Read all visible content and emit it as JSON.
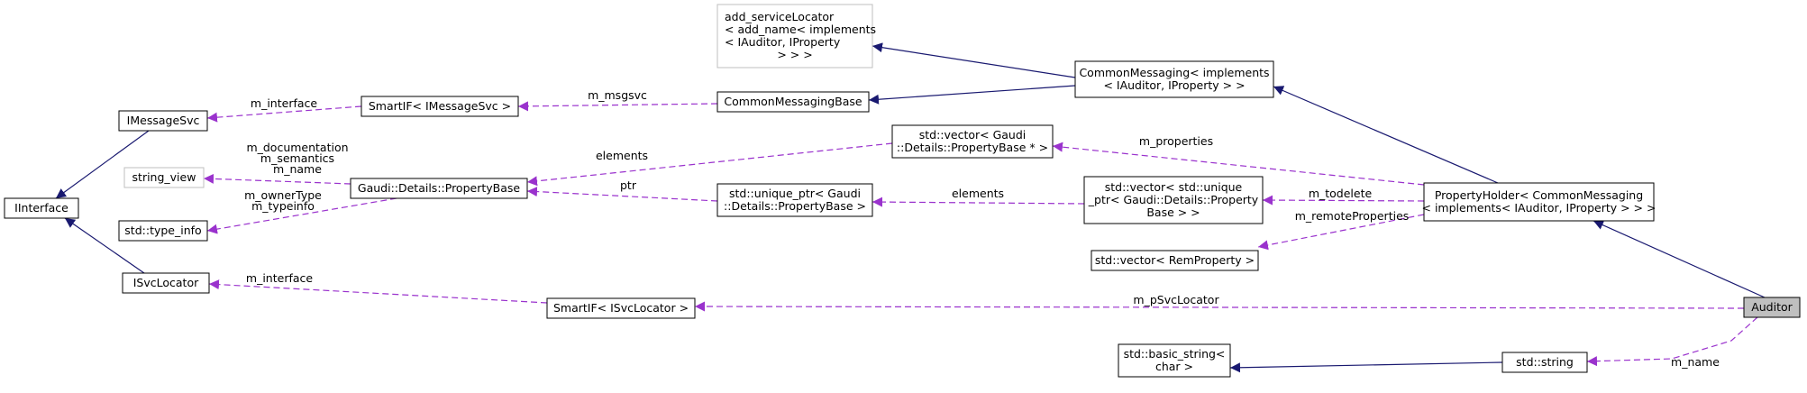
{
  "colors": {
    "inherit": "#191970",
    "usage": "#9a32cd",
    "highlight": "#bfbfbf"
  },
  "nodes": [
    {
      "id": "auditor",
      "lines": [
        "Auditor"
      ],
      "highlight": true
    },
    {
      "id": "propertyholder",
      "lines": [
        "PropertyHolder< CommonMessaging",
        "< implements< IAuditor, IProperty > > >"
      ]
    },
    {
      "id": "commonmessaging",
      "lines": [
        "CommonMessaging< implements",
        "< IAuditor, IProperty > >"
      ]
    },
    {
      "id": "add_servicelocator",
      "lines": [
        "add_serviceLocator",
        "< add_name< implements",
        "< IAuditor, IProperty",
        "> > >"
      ],
      "grey": true
    },
    {
      "id": "commonmessagingbase",
      "lines": [
        "CommonMessagingBase"
      ]
    },
    {
      "id": "smartif_imessagesvc",
      "lines": [
        "SmartIF< IMessageSvc >"
      ]
    },
    {
      "id": "imessagesvc",
      "lines": [
        "IMessageSvc"
      ]
    },
    {
      "id": "iinterface",
      "lines": [
        "IInterface"
      ]
    },
    {
      "id": "string_view",
      "lines": [
        "string_view"
      ],
      "grey": true
    },
    {
      "id": "propertybase",
      "lines": [
        "Gaudi::Details::PropertyBase"
      ]
    },
    {
      "id": "type_info",
      "lines": [
        "std::type_info"
      ]
    },
    {
      "id": "isvclocator",
      "lines": [
        "ISvcLocator"
      ]
    },
    {
      "id": "vector_propertybase",
      "lines": [
        "std::vector< Gaudi",
        "::Details::PropertyBase * >"
      ]
    },
    {
      "id": "unique_ptr_propertybase",
      "lines": [
        "std::unique_ptr< Gaudi",
        "::Details::PropertyBase >"
      ]
    },
    {
      "id": "vector_unique_ptr",
      "lines": [
        "std::vector< std::unique",
        "_ptr< Gaudi::Details::Property",
        "Base > >"
      ]
    },
    {
      "id": "vector_remproperty",
      "lines": [
        "std::vector< RemProperty >"
      ]
    },
    {
      "id": "smartif_isvclocator",
      "lines": [
        "SmartIF< ISvcLocator >"
      ]
    },
    {
      "id": "std_string",
      "lines": [
        "std::string"
      ]
    },
    {
      "id": "basic_string",
      "lines": [
        "std::basic_string<",
        "char >"
      ]
    }
  ],
  "edges": [
    {
      "from": "auditor",
      "to": "propertyholder",
      "kind": "inherit",
      "labels": []
    },
    {
      "from": "propertyholder",
      "to": "commonmessaging",
      "kind": "inherit",
      "labels": []
    },
    {
      "from": "commonmessaging",
      "to": "add_servicelocator",
      "kind": "inherit",
      "labels": []
    },
    {
      "from": "commonmessaging",
      "to": "commonmessagingbase",
      "kind": "inherit",
      "labels": []
    },
    {
      "from": "commonmessagingbase",
      "to": "smartif_imessagesvc",
      "kind": "usage",
      "labels": [
        "m_msgsvc"
      ]
    },
    {
      "from": "smartif_imessagesvc",
      "to": "imessagesvc",
      "kind": "usage",
      "labels": [
        "m_interface"
      ]
    },
    {
      "from": "imessagesvc",
      "to": "iinterface",
      "kind": "inherit",
      "labels": []
    },
    {
      "from": "isvclocator",
      "to": "iinterface",
      "kind": "inherit",
      "labels": []
    },
    {
      "from": "propertybase",
      "to": "string_view",
      "kind": "usage",
      "labels": [
        "m_documentation",
        "m_semantics",
        "m_name"
      ]
    },
    {
      "from": "propertybase",
      "to": "type_info",
      "kind": "usage",
      "labels": [
        "m_ownerType",
        "m_typeinfo"
      ]
    },
    {
      "from": "vector_propertybase",
      "to": "propertybase",
      "kind": "usage",
      "labels": [
        "elements"
      ]
    },
    {
      "from": "unique_ptr_propertybase",
      "to": "propertybase",
      "kind": "usage",
      "labels": [
        "ptr"
      ]
    },
    {
      "from": "vector_unique_ptr",
      "to": "unique_ptr_propertybase",
      "kind": "usage",
      "labels": [
        "elements"
      ]
    },
    {
      "from": "propertyholder",
      "to": "vector_propertybase",
      "kind": "usage",
      "labels": [
        "m_properties"
      ]
    },
    {
      "from": "propertyholder",
      "to": "vector_unique_ptr",
      "kind": "usage",
      "labels": [
        "m_todelete"
      ]
    },
    {
      "from": "propertyholder",
      "to": "vector_remproperty",
      "kind": "usage",
      "labels": [
        "m_remoteProperties"
      ]
    },
    {
      "from": "auditor",
      "to": "smartif_isvclocator",
      "kind": "usage",
      "labels": [
        "m_pSvcLocator"
      ]
    },
    {
      "from": "smartif_isvclocator",
      "to": "isvclocator",
      "kind": "usage",
      "labels": [
        "m_interface"
      ]
    },
    {
      "from": "auditor",
      "to": "std_string",
      "kind": "usage",
      "labels": [
        "m_name"
      ]
    },
    {
      "from": "std_string",
      "to": "basic_string",
      "kind": "inherit",
      "labels": []
    }
  ]
}
